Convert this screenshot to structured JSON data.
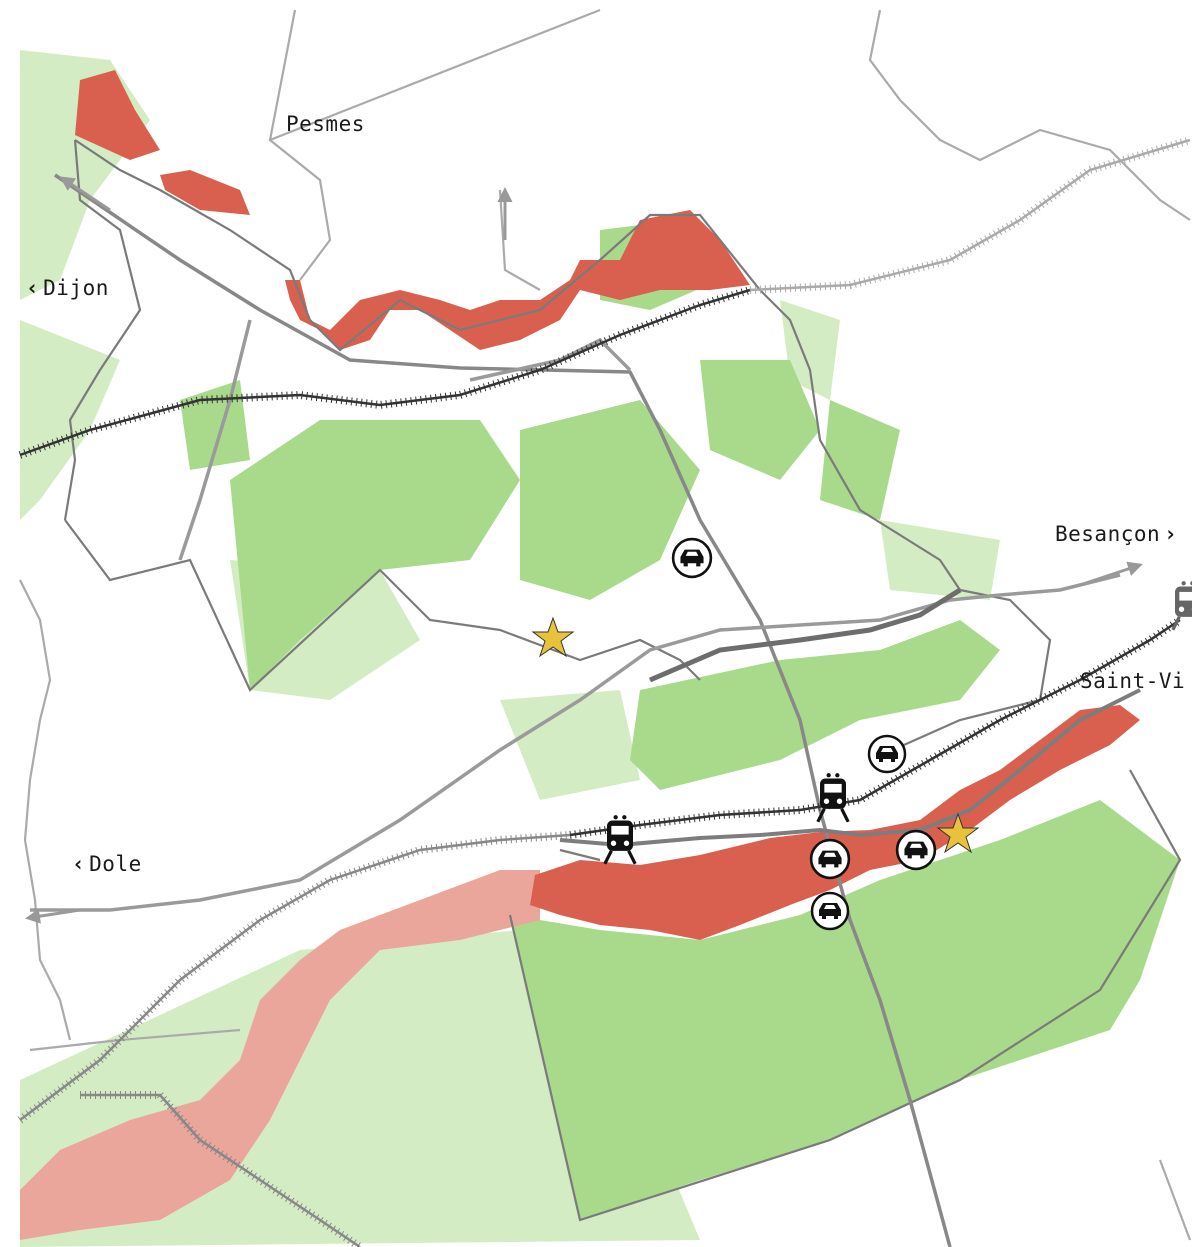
{
  "colors": {
    "forest": "#a9d98b",
    "forest_light": "#d4ecc3",
    "flood_zone": "#d9604f",
    "flood_zone_light": "#eaa69b",
    "road_major": "#9a9a9a",
    "commune_boundary": "#7a7a7a",
    "railway": "#555555",
    "star": "#e8c23a"
  },
  "labels": {
    "pesmes": "Pesmes",
    "dijon": "Dijon",
    "dole": "Dole",
    "besancon": "Besançon",
    "saint_vit": "Saint-Vi"
  },
  "icons": {
    "car": "car-icon",
    "train": "train-icon",
    "star": "star-icon",
    "arrow": "arrow-icon"
  }
}
